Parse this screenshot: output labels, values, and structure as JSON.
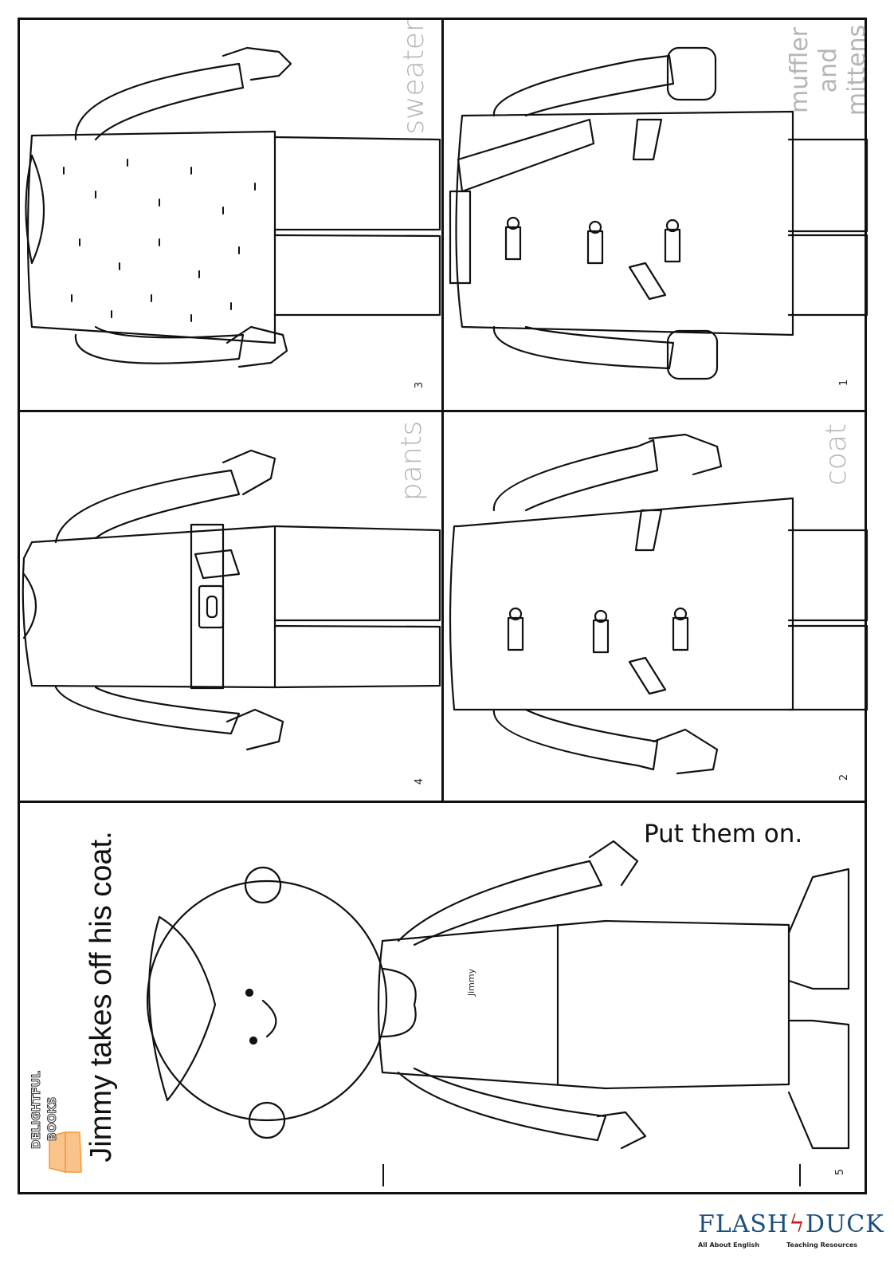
{
  "panels": {
    "sweater": {
      "label": "sweater",
      "page": "3"
    },
    "muffler": {
      "label_lines": [
        "muffler",
        "and",
        "mittens"
      ],
      "page": "1"
    },
    "pants": {
      "label": "pants",
      "page": "4"
    },
    "coat": {
      "label": "coat",
      "page": "2"
    },
    "cover": {
      "title": "Jimmy takes off  his coat.",
      "caption": "Put them on.",
      "name_tag": "Jimmy",
      "page": "5"
    }
  },
  "logos": {
    "publisher": {
      "line1": "DELIGHTFUL",
      "line2": "BOOKS"
    },
    "brand": {
      "name_left": "FLASH",
      "name_right": "DUCK",
      "tagline_left": "All About English",
      "tagline_right": "Teaching Resources"
    }
  },
  "colors": {
    "label_gray": "#b5b5b5",
    "brand_blue": "#1c4f7c",
    "brand_red": "#c0201c",
    "book_orange": "#f39a3b"
  }
}
